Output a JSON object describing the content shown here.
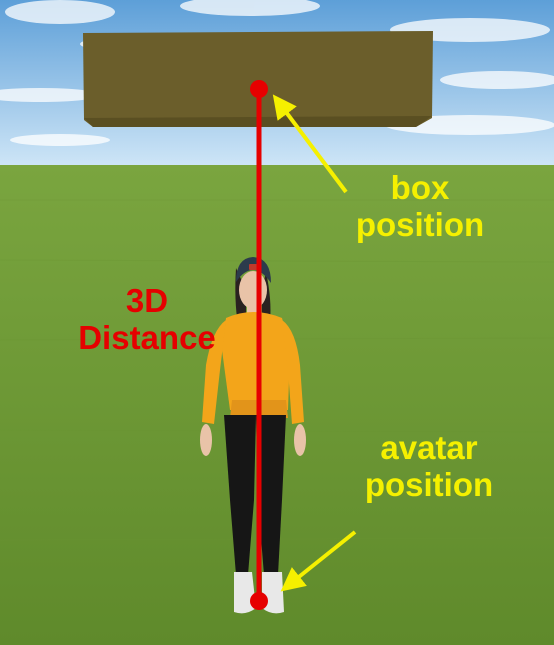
{
  "colors": {
    "sky_top": "#5d9fd8",
    "sky_horizon": "#cfe6f7",
    "ground_far": "#7aa53f",
    "ground_near": "#5f8a2b",
    "box": "#6b5e2b",
    "box_shade": "#5a4f22",
    "distance_line": "#e60000",
    "distance_label": "#e60000",
    "arrow": "#f5f000",
    "annotation_label": "#f5f000",
    "hoodie": "#f3a51a",
    "pants": "#161616",
    "skin": "#e9c3a8",
    "hair": "#2a2220",
    "beanie": "#2c3b4c"
  },
  "labels": {
    "distance": {
      "line1": "3D",
      "line2": "Distance"
    },
    "box_position": {
      "line1": "box",
      "line2": "position"
    },
    "avatar_position": {
      "line1": "avatar",
      "line2": "position"
    }
  },
  "icons": {
    "box_point": "red-dot-icon",
    "avatar_point": "red-dot-icon",
    "box_arrow": "yellow-arrow-icon",
    "avatar_arrow": "yellow-arrow-icon"
  }
}
